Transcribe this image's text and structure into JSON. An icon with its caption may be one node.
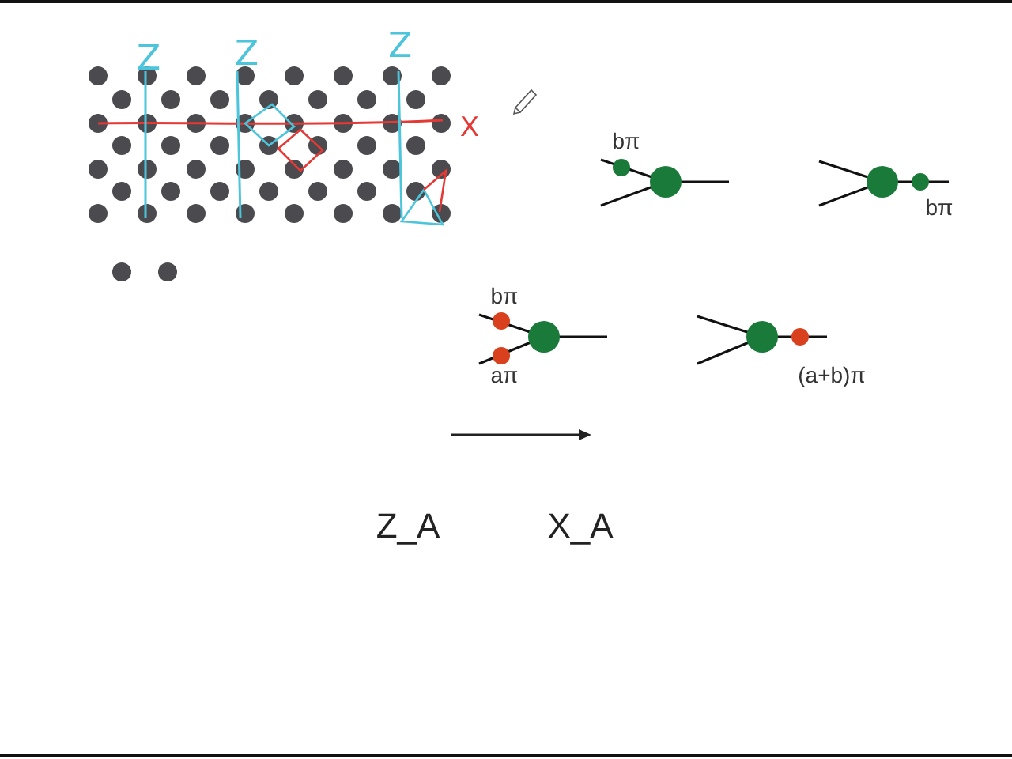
{
  "diagram": {
    "labels": [
      "Z",
      "Z",
      "Z",
      "X",
      "bπ",
      "bπ",
      "bπ",
      "aπ",
      "(a+b)π",
      "Z_A",
      "X_A"
    ]
  }
}
